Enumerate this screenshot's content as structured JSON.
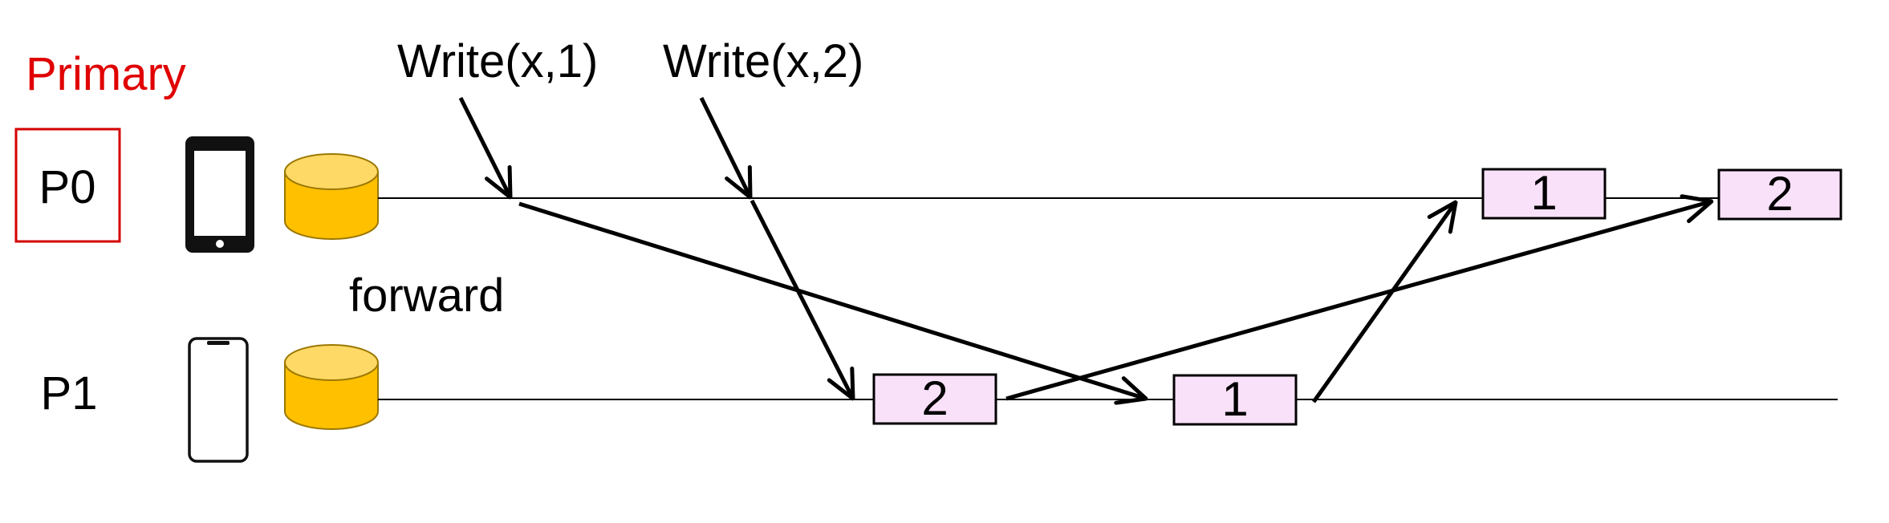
{
  "primary_label": "Primary",
  "forward_label": "forward",
  "processes": [
    {
      "id": "P0",
      "label": "P0",
      "device": "phone-solid-icon"
    },
    {
      "id": "P1",
      "label": "P1",
      "device": "phone-outline-icon"
    }
  ],
  "operations": [
    {
      "label": "Write(x,1)"
    },
    {
      "label": "Write(x,2)"
    }
  ],
  "p0_log": [
    {
      "value": "1"
    },
    {
      "value": "2"
    }
  ],
  "p1_log": [
    {
      "value": "2"
    },
    {
      "value": "1"
    }
  ],
  "colors": {
    "primary_accent": "#e00000",
    "log_entry_fill": "#fae1fa",
    "database_fill": "#ffc000",
    "database_top": "#ffd966",
    "line": "#000000"
  }
}
